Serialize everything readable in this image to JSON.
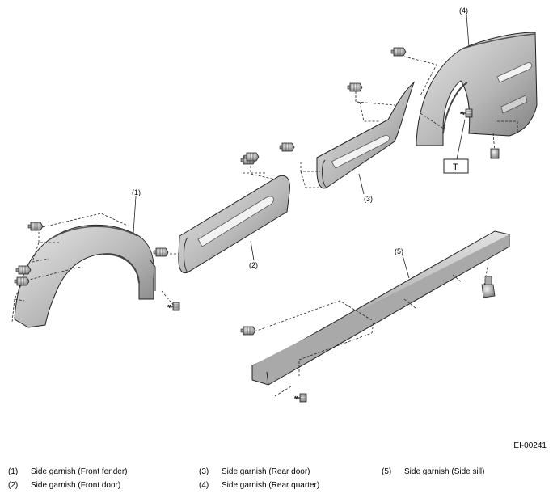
{
  "callouts": {
    "c1": "(1)",
    "c2": "(2)",
    "c3": "(3)",
    "c4": "(4)",
    "c5": "(5)"
  },
  "torque_label": "T",
  "figure_code": "EI-00241",
  "legend": [
    {
      "num": "(1)",
      "text": "Side garnish (Front fender)"
    },
    {
      "num": "(2)",
      "text": "Side garnish (Front door)"
    },
    {
      "num": "(3)",
      "text": "Side garnish (Rear door)"
    },
    {
      "num": "(4)",
      "text": "Side garnish (Rear quarter)"
    },
    {
      "num": "(5)",
      "text": "Side garnish (Side sill)"
    }
  ]
}
